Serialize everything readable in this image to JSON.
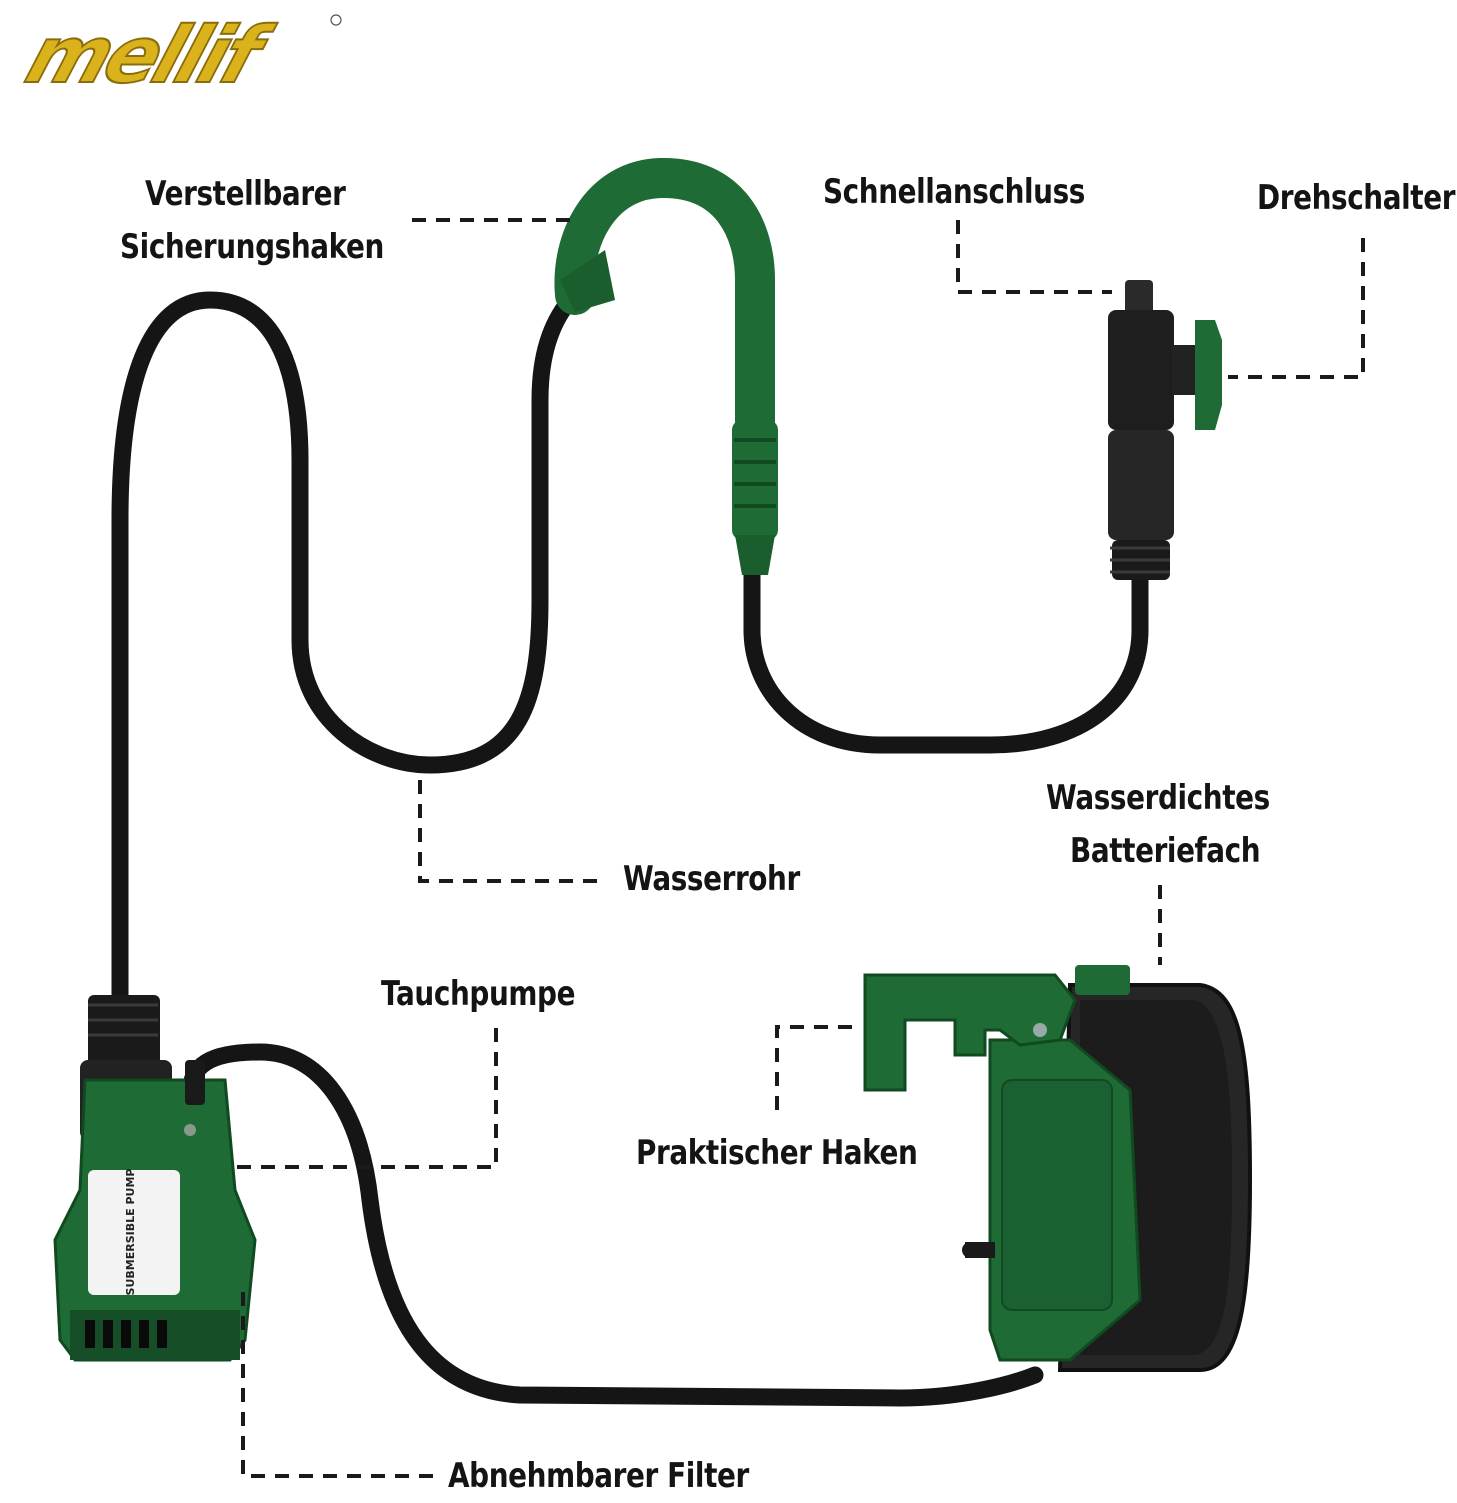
{
  "brand": {
    "logo_text": "mellif"
  },
  "labels": {
    "safety_hook": [
      "Verstellbarer",
      "Sicherungshaken"
    ],
    "quick_connector": "Schnellanschluss",
    "rotary_switch": "Drehschalter",
    "water_pipe": "Wasserrohr",
    "battery_box": [
      "Wasserdichtes",
      "Batteriefach"
    ],
    "submersible_pump": "Tauchpumpe",
    "practical_hook": "Praktischer Haken",
    "filter": "Abnehmbarer Filter"
  },
  "pump_label": "SUBMERSIBLE PUMP",
  "colors": {
    "green": "#1f6b35",
    "dark_green": "#114a22",
    "hose": "#151515",
    "gold": "#d9b21c"
  }
}
